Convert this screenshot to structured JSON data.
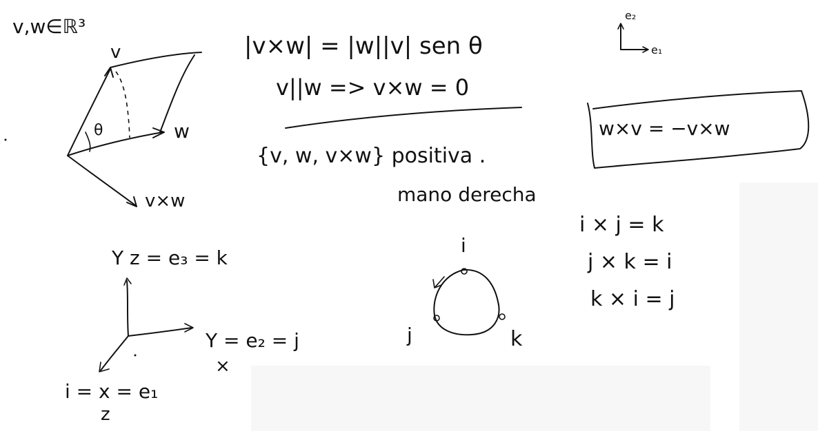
{
  "notes": {
    "vectors_space": "v,w∈ℝ³",
    "parallelogram": {
      "v_label": "v",
      "w_label": "w",
      "theta_label": "θ",
      "cross_label": "v×w"
    },
    "basis_small": {
      "e2": "e₂",
      "e1": "e₁"
    },
    "magnitude": "|v×w| = |w||v| sen θ",
    "parallel": "v||w  =>  v×w = 0",
    "orientation": "{v, w, v×w}  positiva .",
    "hand_rule": "mano derecha",
    "anticommutative": "w×v = −v×w",
    "axes3d": {
      "z_axis": "Y z = e₃ = k",
      "y_axis": "Y = e₂ = j",
      "x_mark": "×",
      "x_axis": "i = x = e₁",
      "z_mark": "z"
    },
    "cycle": {
      "i": "i",
      "j": "j",
      "k": "k"
    },
    "products": [
      "i × j = k",
      "j × k = i",
      "k × i = j"
    ]
  }
}
